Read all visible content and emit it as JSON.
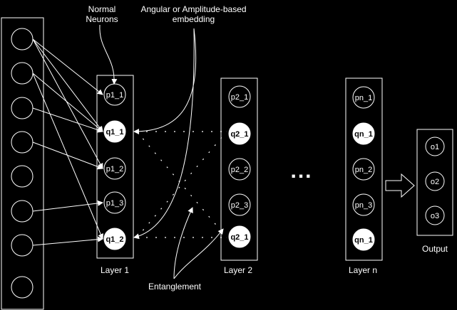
{
  "colors": {
    "background": "#000000",
    "stroke": "#ffffff",
    "quantum_fill": "#ffffff",
    "quantum_text": "#000000"
  },
  "annotations": {
    "normal_neurons": [
      "Normal",
      "Neurons"
    ],
    "embedding": [
      "Angular or Amplitude-based",
      "embedding"
    ],
    "entanglement": "Entanglement",
    "ellipsis": "..."
  },
  "layers": [
    {
      "label": "",
      "nodes": [
        {
          "text": "",
          "quantum": false
        },
        {
          "text": "",
          "quantum": false
        },
        {
          "text": "",
          "quantum": false
        },
        {
          "text": "",
          "quantum": false
        },
        {
          "text": "",
          "quantum": false
        },
        {
          "text": "",
          "quantum": false
        },
        {
          "text": "",
          "quantum": false
        },
        {
          "text": "",
          "quantum": false
        }
      ]
    },
    {
      "label": "Layer 1",
      "nodes": [
        {
          "text": "p1_1",
          "quantum": false
        },
        {
          "text": "q1_1",
          "quantum": true
        },
        {
          "text": "p1_2",
          "quantum": false
        },
        {
          "text": "p1_3",
          "quantum": false
        },
        {
          "text": "q1_2",
          "quantum": true
        }
      ]
    },
    {
      "label": "Layer 2",
      "nodes": [
        {
          "text": "p2_1",
          "quantum": false
        },
        {
          "text": "q2_1",
          "quantum": true
        },
        {
          "text": "p2_2",
          "quantum": false
        },
        {
          "text": "p2_3",
          "quantum": false
        },
        {
          "text": "q2_1",
          "quantum": true
        }
      ]
    },
    {
      "label": "Layer n",
      "nodes": [
        {
          "text": "pn_1",
          "quantum": false
        },
        {
          "text": "qn_1",
          "quantum": true
        },
        {
          "text": "pn_2",
          "quantum": false
        },
        {
          "text": "pn_3",
          "quantum": false
        },
        {
          "text": "qn_1",
          "quantum": true
        }
      ]
    },
    {
      "label": "Output",
      "nodes": [
        {
          "text": "o1",
          "quantum": false
        },
        {
          "text": "o2",
          "quantum": false
        },
        {
          "text": "o3",
          "quantum": false
        }
      ]
    }
  ],
  "connections": [
    {
      "from": [
        0,
        0
      ],
      "to": [
        1,
        0
      ]
    },
    {
      "from": [
        0,
        0
      ],
      "to": [
        1,
        1
      ]
    },
    {
      "from": [
        0,
        0
      ],
      "to": [
        1,
        2
      ]
    },
    {
      "from": [
        0,
        1
      ],
      "to": [
        1,
        1
      ]
    },
    {
      "from": [
        0,
        1
      ],
      "to": [
        1,
        4
      ]
    },
    {
      "from": [
        0,
        2
      ],
      "to": [
        1,
        1
      ]
    },
    {
      "from": [
        0,
        3
      ],
      "to": [
        1,
        2
      ]
    },
    {
      "from": [
        0,
        5
      ],
      "to": [
        1,
        3
      ]
    },
    {
      "from": [
        0,
        6
      ],
      "to": [
        1,
        4
      ]
    }
  ]
}
